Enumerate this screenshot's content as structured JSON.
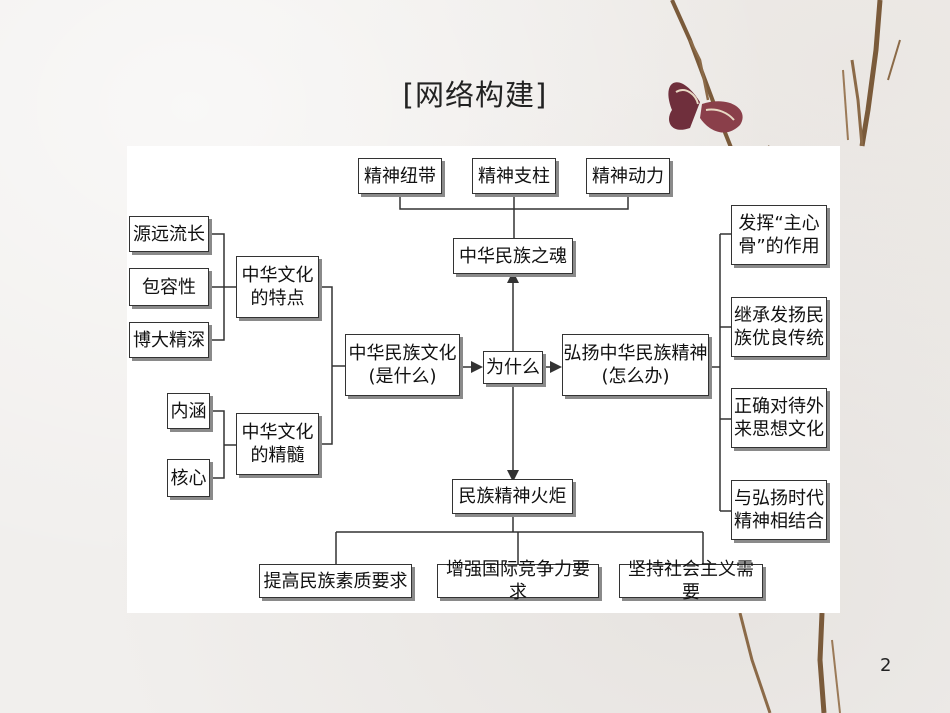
{
  "title": "[网络构建]",
  "page_number": "2",
  "nodes": {
    "jingshen_niudai": "精神纽带",
    "jingshen_zhizhu": "精神支柱",
    "jingshen_dongli": "精神动力",
    "minzu_zhihun": "中华民族之魂",
    "yuanyuan": "源远流长",
    "baorong": "包容性",
    "boda": "博大精深",
    "tedian": "中华文化\n的特点",
    "neihan": "内涵",
    "hexin": "核心",
    "jingsui": "中华文化\n的精髓",
    "wenhua": "中华民族文化\n(是什么)",
    "weishenme": "为什么",
    "hongyang": "弘扬中华民族精神\n(怎么办)",
    "huoju": "民族精神火炬",
    "suzhi": "提高民族素质要求",
    "jingzheng": "增强国际竞争力要求",
    "shehui": "坚持社会主义需要",
    "zhuxingu": "发挥“主心\n骨”的作用",
    "jicheng": "继承发扬民\n族优良传统",
    "zhengque": "正确对待外\n来思想文化",
    "shidai": "与弘扬时代\n精神相结合"
  }
}
